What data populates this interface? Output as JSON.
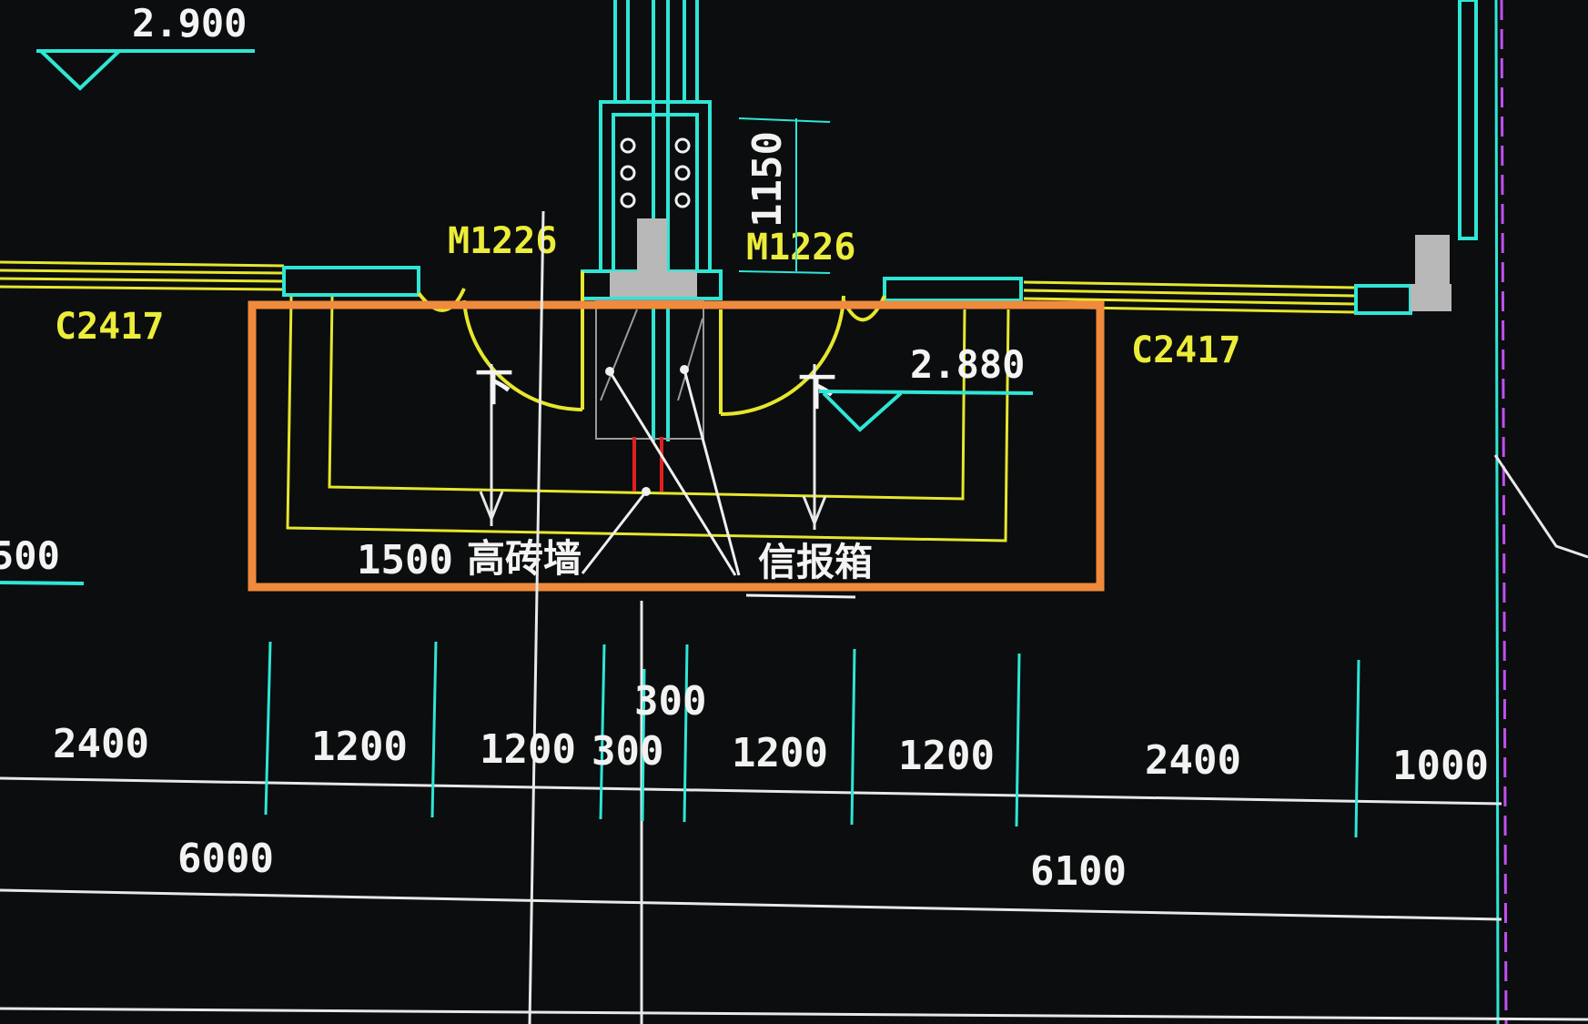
{
  "drawing": {
    "elevations": {
      "top_left": "2.900",
      "right": "2.880",
      "left_partial": "500"
    },
    "windows": {
      "left": "C2417",
      "right": "C2417"
    },
    "doors": {
      "left": "M1226",
      "right": "M1226"
    },
    "vertical_dimension": "1150",
    "annotations": {
      "first": "1500",
      "wall": "高砖墙",
      "box": "信报箱"
    },
    "stair_arrows": [
      "下",
      "下"
    ],
    "dimensions_row1": [
      "2400",
      "1200",
      "1200",
      "300",
      "300",
      "1200",
      "1200",
      "2400",
      "1000"
    ],
    "dimensions_row2": [
      "6000",
      "6100"
    ]
  },
  "colors": {
    "background": "#0b0d0e",
    "wall_yellow": "#e6e62e",
    "cyan": "#2ee6d6",
    "white_line": "#e8e8e8",
    "highlight_orange": "#f08a3c",
    "magenta_axis": "#c050f0",
    "red_mark": "#e02020",
    "column_gray": "#b8b8b8"
  }
}
